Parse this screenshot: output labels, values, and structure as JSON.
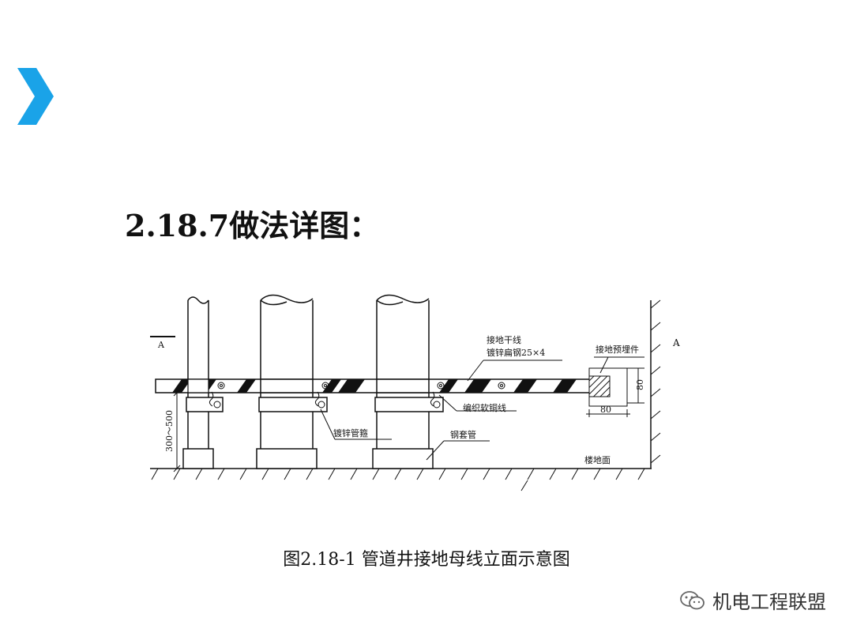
{
  "slide": {
    "title": "2.18.7做法详图：",
    "caption": "图2.18-1 管道井接地母线立面示意图",
    "accent_color": "#1aa3e8",
    "chevron_icon": "chevron-right-icon"
  },
  "diagram": {
    "labels": {
      "section_left": "A",
      "section_right": "A",
      "main_line": "接地干线",
      "main_line_spec": "镀锌扁钢25×4",
      "embedded_part": "接地预埋件",
      "braided_wire": "编织软铜线",
      "pipe_clamp": "镀锌管箍",
      "steel_sleeve": "钢套管",
      "floor": "楼地面",
      "dim_height": "300～500",
      "dim_80_v": "80",
      "dim_80_h": "80"
    }
  },
  "watermark": {
    "text": "机电工程联盟",
    "icon": "wechat-icon"
  }
}
